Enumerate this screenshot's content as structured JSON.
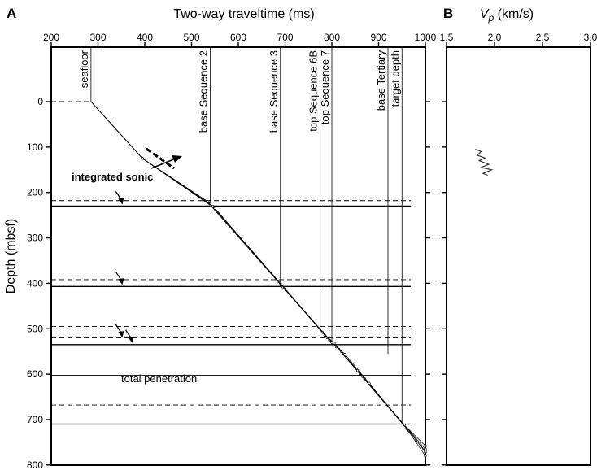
{
  "chart_data": [
    {
      "panel": "A",
      "type": "line",
      "xlabel": "Two-way traveltime (ms)",
      "ylabel": "Depth (mbsf)",
      "xlim": [
        200,
        1000
      ],
      "ylim": [
        800,
        -110
      ],
      "x_ticks": [
        200,
        300,
        400,
        500,
        600,
        700,
        800,
        900,
        1000
      ],
      "y_ticks": [
        0,
        100,
        200,
        300,
        400,
        500,
        600,
        700,
        800
      ],
      "grid": false,
      "series": [
        {
          "values": [
            [
              285,
              0
            ],
            [
              395,
              125
            ],
            [
              540,
              225
            ],
            [
              690,
              400
            ],
            [
              785,
              515
            ],
            [
              810,
              540
            ],
            [
              860,
              600
            ],
            [
              960,
              720
            ],
            [
              1000,
              780
            ]
          ]
        },
        {
          "values": [
            [
              285,
              0
            ],
            [
              395,
              125
            ],
            [
              540,
              228
            ],
            [
              692,
              405
            ],
            [
              790,
              520
            ],
            [
              815,
              545
            ],
            [
              865,
              605
            ],
            [
              965,
              725
            ],
            [
              1000,
              772
            ]
          ]
        },
        {
          "values": [
            [
              285,
              0
            ],
            [
              395,
              125
            ],
            [
              545,
              230
            ],
            [
              695,
              408
            ],
            [
              795,
              525
            ],
            [
              820,
              550
            ],
            [
              870,
              610
            ],
            [
              970,
              730
            ],
            [
              1000,
              765
            ]
          ]
        },
        {
          "values": [
            [
              285,
              0
            ],
            [
              395,
              125
            ],
            [
              535,
              220
            ],
            [
              685,
              395
            ],
            [
              780,
              508
            ],
            [
              805,
              532
            ],
            [
              855,
              592
            ],
            [
              955,
              712
            ],
            [
              1000,
              758
            ]
          ]
        },
        {
          "values": [
            [
              285,
              0
            ],
            [
              395,
              125
            ],
            [
              550,
              235
            ],
            [
              700,
              412
            ],
            [
              800,
              530
            ],
            [
              828,
              556
            ],
            [
              880,
              620
            ],
            [
              980,
              745
            ],
            [
              1000,
              770
            ]
          ]
        }
      ],
      "reflectors": [
        {
          "label": "seafloor",
          "twt": 285,
          "depth": 0
        },
        {
          "label": "base Sequence 2",
          "twt": 540,
          "depth": 230
        },
        {
          "label": "base Sequence 3",
          "twt": 690,
          "depth": 407
        },
        {
          "label": "top Sequence 6B",
          "twt": 775,
          "depth": 503
        },
        {
          "label": "top Sequence 7",
          "twt": 800,
          "depth": 535
        },
        {
          "label": "base Tertiary",
          "twt": 920,
          "depth": 555
        },
        {
          "label": "target depth",
          "twt": 950,
          "depth": 710
        }
      ],
      "depth_lines": [
        {
          "depth": 218,
          "style": "dashed"
        },
        {
          "depth": 230,
          "style": "solid"
        },
        {
          "depth": 392,
          "style": "dashed"
        },
        {
          "depth": 407,
          "style": "solid"
        },
        {
          "depth": 495,
          "style": "dashed"
        },
        {
          "depth": 520,
          "style": "dashed"
        },
        {
          "depth": 535,
          "style": "solid"
        },
        {
          "depth": 603,
          "style": "solid"
        },
        {
          "depth": 668,
          "style": "dashed"
        },
        {
          "depth": 710,
          "style": "solid"
        }
      ],
      "arrows": [
        {
          "twt": 352,
          "depth": 230
        },
        {
          "twt": 352,
          "depth": 407
        },
        {
          "twt": 352,
          "depth": 523
        },
        {
          "twt": 373,
          "depth": 535
        }
      ],
      "annotations": {
        "integrated_sonic": "integrated sonic",
        "total_penetration": "total penetration"
      }
    },
    {
      "panel": "B",
      "type": "line",
      "xlabel_symbol": "V",
      "xlabel_subscript": "p",
      "xlabel_unit": " (km/s)",
      "xlim": [
        1.5,
        3.0
      ],
      "x_ticks": [
        "1.5",
        "2.0",
        "2.5",
        "3.0"
      ],
      "ylim": [
        800,
        -110
      ],
      "grid": false,
      "series": [
        {
          "values": [
            [
              1.8,
              105
            ],
            [
              1.86,
              110
            ],
            [
              1.82,
              118
            ],
            [
              1.9,
              124
            ],
            [
              1.84,
              130
            ],
            [
              1.94,
              138
            ],
            [
              1.86,
              145
            ],
            [
              1.97,
              150
            ],
            [
              1.88,
              158
            ],
            [
              1.93,
              162
            ]
          ]
        }
      ]
    }
  ],
  "panel_labels": {
    "a": "A",
    "b": "B"
  }
}
